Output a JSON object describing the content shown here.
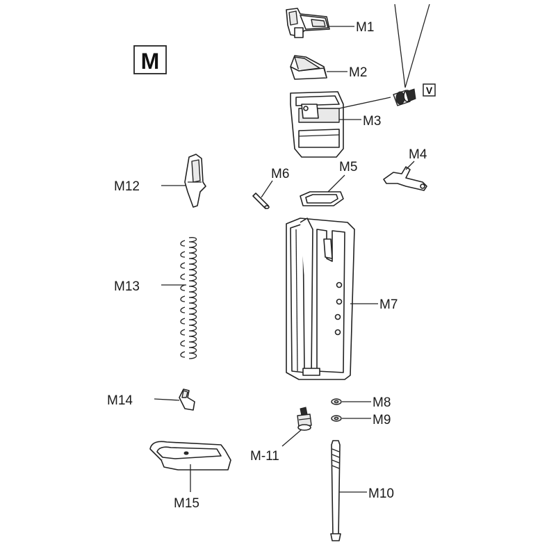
{
  "section_label": "M",
  "badge_label": "V",
  "parts": {
    "m1": "M1",
    "m2": "M2",
    "m3": "M3",
    "m4": "M4",
    "m5": "M5",
    "m6": "M6",
    "m7": "M7",
    "m8": "M8",
    "m9": "M9",
    "m10": "M10",
    "m11": "M-11",
    "m12": "M12",
    "m13": "M13",
    "m14": "M14",
    "m15": "M15"
  }
}
